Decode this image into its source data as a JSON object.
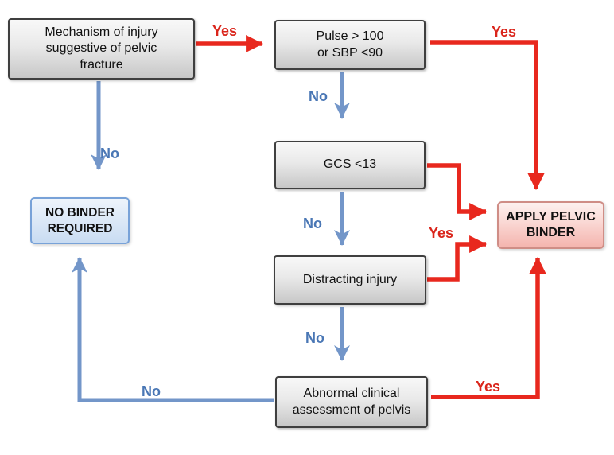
{
  "diagram": {
    "description": "Pelvic binder decision flowchart",
    "nodes": {
      "mechanism": "Mechanism of injury\nsuggestive of pelvic\nfracture",
      "pulse": "Pulse > 100\nor SBP <90",
      "gcs": "GCS <13",
      "distracting": "Distracting injury",
      "abnormal": "Abnormal clinical\nassessment of pelvis",
      "no_binder": "NO BINDER\nREQUIRED",
      "apply_binder": "APPLY PELVIC\nBINDER"
    },
    "edge_labels": {
      "mechanism_yes": "Yes",
      "mechanism_no": "No",
      "pulse_yes": "Yes",
      "pulse_no": "No",
      "gcs_no": "No",
      "gcs_distracting_yes": "Yes",
      "distracting_no": "No",
      "abnormal_yes": "Yes",
      "abnormal_no": "No"
    },
    "colors": {
      "red_arrow": "#e8281e",
      "yes_text": "#da251b",
      "blue_arrow": "#7396c9",
      "no_text": "#4a77b5",
      "gray_box_border": "#3f3f3f",
      "blue_box_border": "#78a2d8",
      "pink_box_border": "#cf8d86"
    }
  }
}
